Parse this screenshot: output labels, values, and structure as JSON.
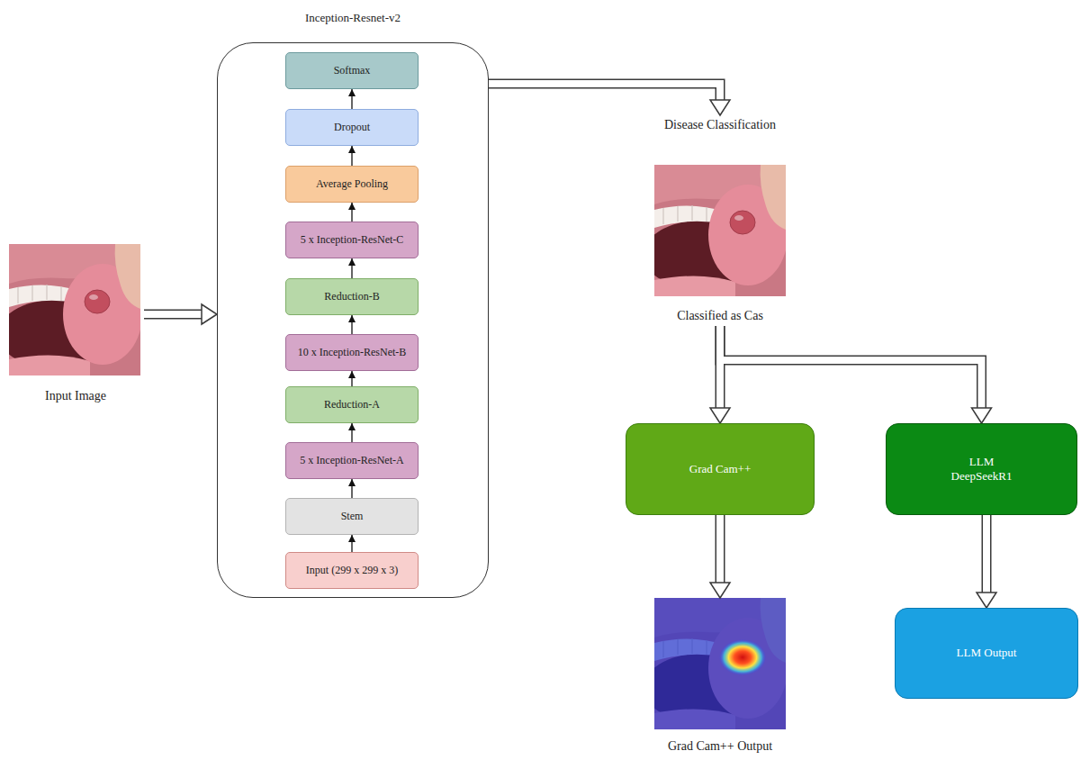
{
  "diagram": {
    "nodes": [
      {
        "text": [
          "Input Image"
        ]
      },
      {
        "text": [
          "Inception-Resnet-v2"
        ]
      },
      {
        "text": [
          "Softmax"
        ],
        "in": 1
      },
      {
        "text": [
          "Dropout"
        ],
        "in": 1
      },
      {
        "text": [
          "Average Pooling"
        ],
        "in": 1
      },
      {
        "text": [
          "5 x Inception-ResNet-C"
        ],
        "in": 1
      },
      {
        "text": [
          "Reduction-B"
        ],
        "in": 1
      },
      {
        "text": [
          "10 x Inception-ResNet-B"
        ],
        "in": 1
      },
      {
        "text": [
          "Reduction-A"
        ],
        "in": 1
      },
      {
        "text": [
          "5 x Inception-ResNet-A"
        ],
        "in": 1
      },
      {
        "text": [
          "Stem"
        ],
        "in": 1
      },
      {
        "text": [
          "Input (299 x 299 x 3)"
        ],
        "in": 1
      },
      {
        "text": [
          "Disease Classification",
          "Classified as Cas"
        ]
      },
      {
        "text": [
          "Grad Cam++"
        ]
      },
      {
        "text": [
          "LLM DeepSeekR1"
        ]
      },
      {
        "text": [
          "Grad Cam++ Output"
        ]
      },
      {
        "text": [
          "LLM Output"
        ]
      }
    ],
    "edges": [
      {
        "from": 0,
        "to": 1,
        "arrow": "to"
      },
      {
        "from": 1,
        "to": 12,
        "arrow": "to"
      },
      {
        "from": 12,
        "to": 13,
        "arrow": "to"
      },
      {
        "from": 12,
        "to": 14,
        "arrow": "to"
      },
      {
        "from": 13,
        "to": 15,
        "arrow": "to"
      },
      {
        "from": 14,
        "to": 16,
        "arrow": "to"
      },
      {
        "from": 11,
        "to": 10,
        "arrow": "to"
      },
      {
        "from": 10,
        "to": 9,
        "arrow": "to"
      },
      {
        "from": 9,
        "to": 8,
        "arrow": "to"
      },
      {
        "from": 8,
        "to": 7,
        "arrow": "to"
      },
      {
        "from": 7,
        "to": 6,
        "arrow": "to"
      },
      {
        "from": 6,
        "to": 5,
        "arrow": "to"
      },
      {
        "from": 5,
        "to": 4,
        "arrow": "to"
      },
      {
        "from": 4,
        "to": 3,
        "arrow": "to"
      },
      {
        "from": 3,
        "to": 2,
        "arrow": "to"
      }
    ]
  }
}
